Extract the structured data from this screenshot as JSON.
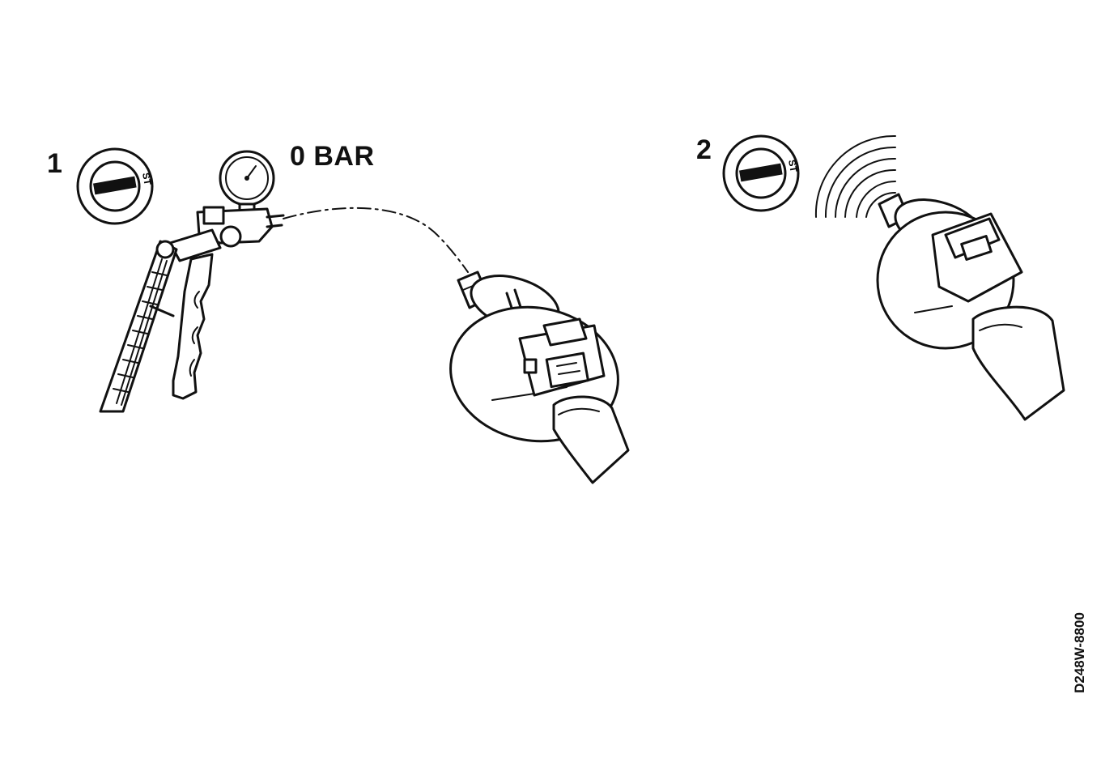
{
  "labels": {
    "step1": "1",
    "step2": "2",
    "pressure": "0 BAR",
    "ignition_key_marking": "ST",
    "reference_code": "D248W-8800"
  },
  "icons": [
    "ignition-switch-icon",
    "vacuum-pump-icon",
    "pressure-gauge-icon",
    "valve-icon",
    "connector-icon",
    "click-sound-waves-icon"
  ],
  "colors": {
    "line": "#111111",
    "background": "#ffffff"
  }
}
